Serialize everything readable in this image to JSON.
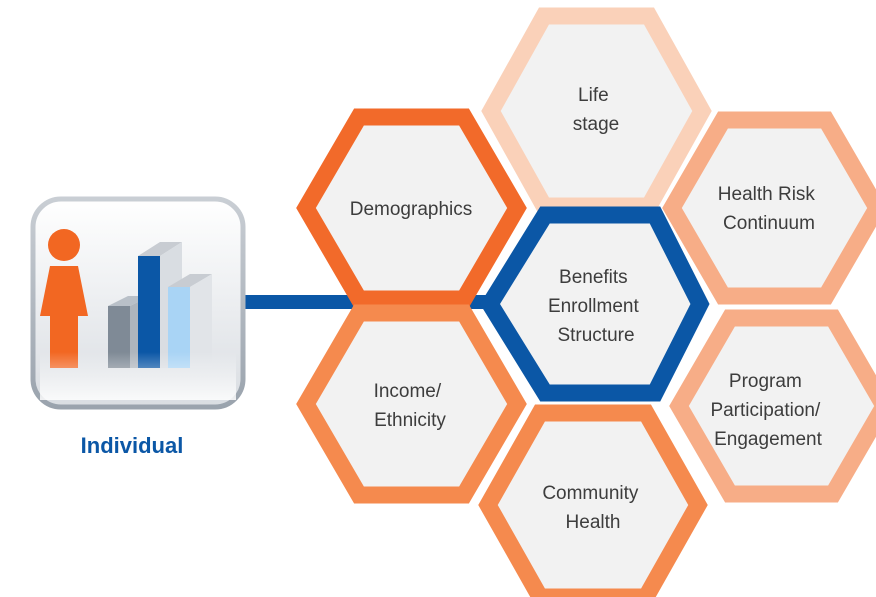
{
  "individual": {
    "label": "Individual"
  },
  "hexagons": [
    {
      "id": "life-stage",
      "lines": [
        "Life",
        "stage"
      ]
    },
    {
      "id": "demographics",
      "lines": [
        "Demographics"
      ]
    },
    {
      "id": "health-risk-continuum",
      "lines": [
        "Health Risk",
        "Continuum"
      ]
    },
    {
      "id": "benefits-enrollment-structure",
      "lines": [
        "Benefits",
        "Enrollment",
        "Structure"
      ]
    },
    {
      "id": "income-ethnicity",
      "lines": [
        "Income/",
        "Ethnicity"
      ]
    },
    {
      "id": "program-participation-engagement",
      "lines": [
        "Program",
        "Participation/",
        "Engagement"
      ]
    },
    {
      "id": "community-health",
      "lines": [
        "Community",
        "Health"
      ]
    }
  ],
  "colors": {
    "blue": "#0b57a6",
    "dark_orange": "#f26a2a",
    "medium_orange": "#f58a4e",
    "light_orange": "#f7ad87",
    "pale_orange": "#fad1b9",
    "hex_fill": "#f2f2f2",
    "text": "#3d3d3d",
    "person": "#f26722",
    "bar_gray": "#7f8a96",
    "bar_light_blue": "#a9d4f5"
  }
}
